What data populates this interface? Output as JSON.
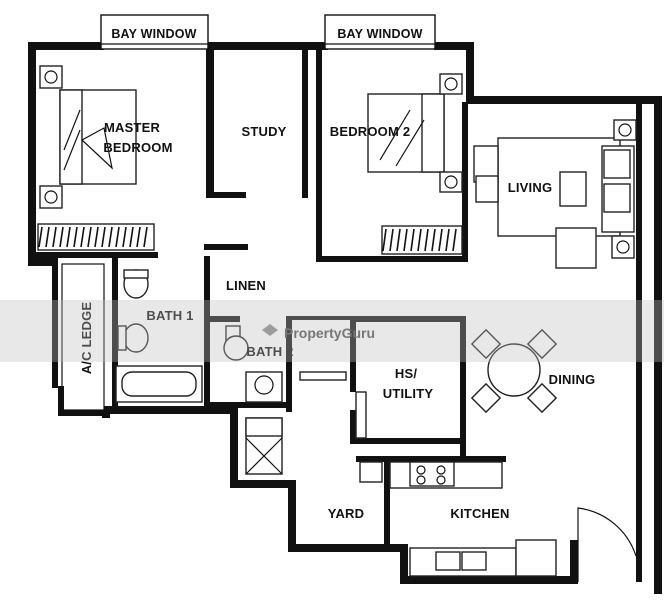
{
  "rooms": {
    "bay_window_left": "BAY WINDOW",
    "bay_window_right": "BAY WINDOW",
    "master_line1": "MASTER",
    "master_line2": "BEDROOM",
    "study": "STUDY",
    "bedroom2": "BEDROOM 2",
    "living": "LIVING",
    "linen": "LINEN",
    "bath1": "BATH 1",
    "bath2": "BATH 2",
    "ac_ledge": "A/C LEDGE",
    "hs_line1": "HS/",
    "hs_line2": "UTILITY",
    "dining": "DINING",
    "yard": "YARD",
    "kitchen": "KITCHEN"
  },
  "watermark": {
    "brand": "PropertyGuru"
  },
  "colors": {
    "ink": "#111111",
    "paper": "#ffffff",
    "watermark_band": "#bdbdbd"
  }
}
